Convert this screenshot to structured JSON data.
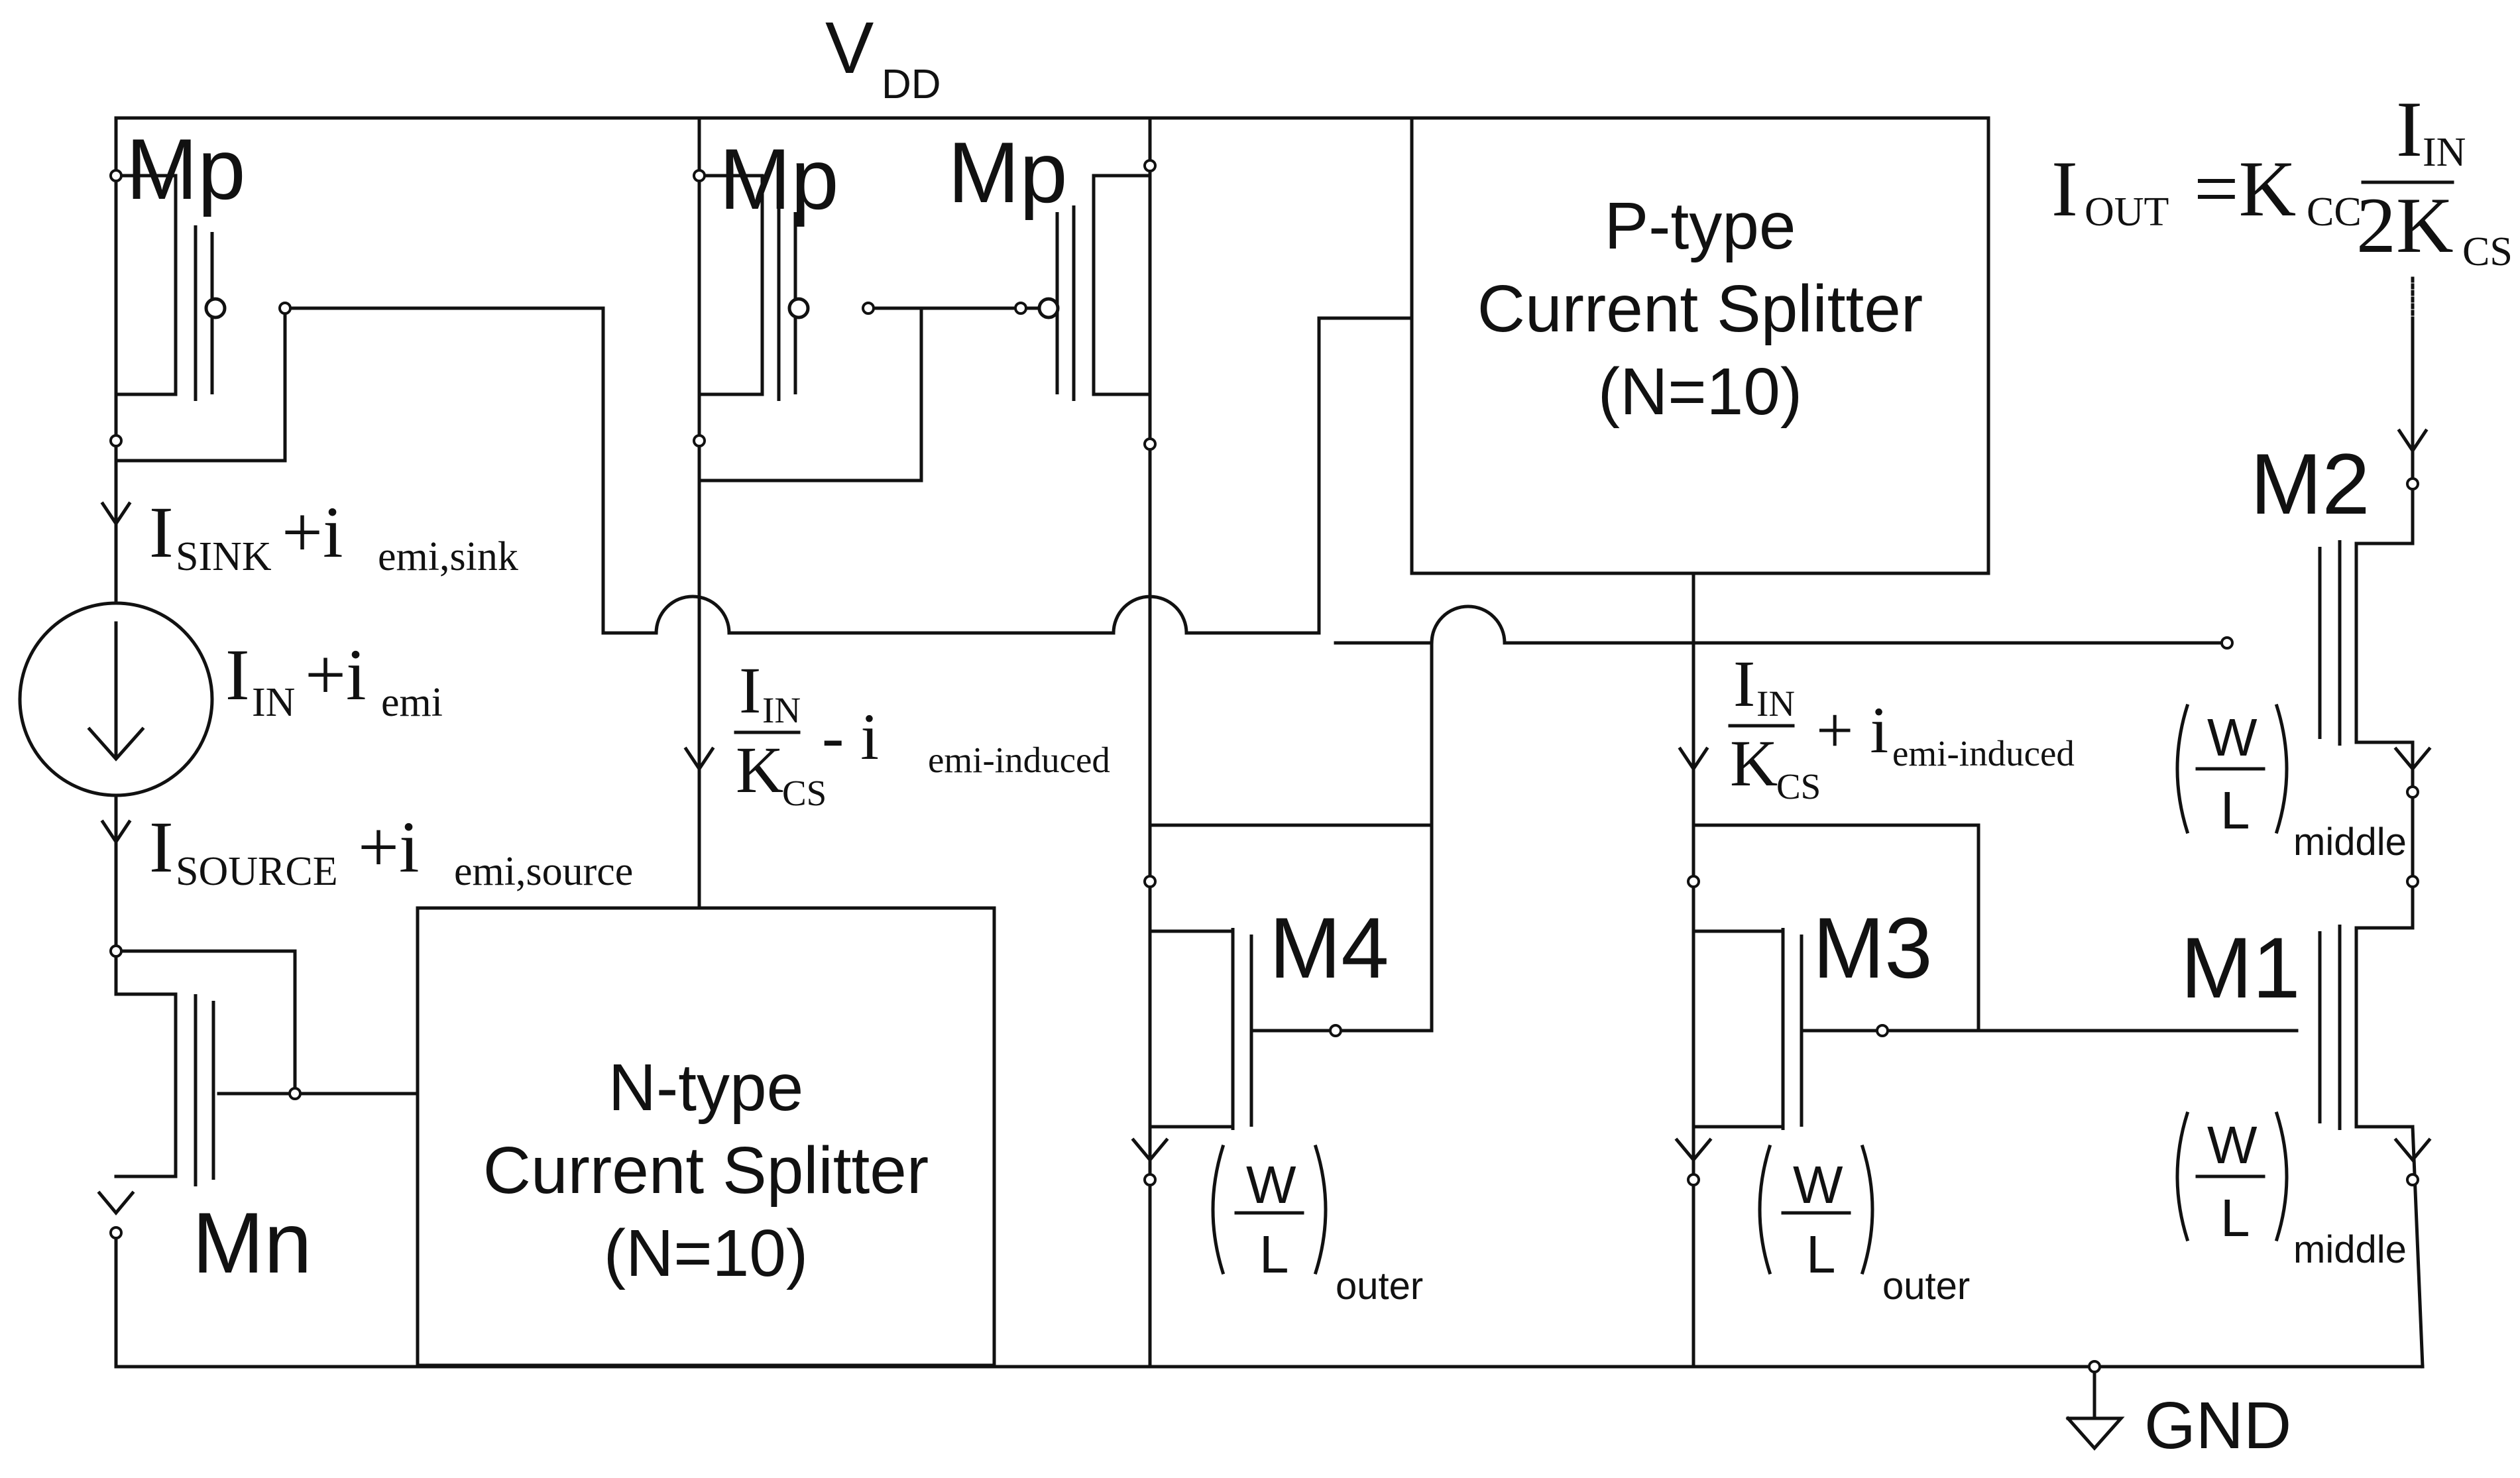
{
  "supply": {
    "v": "V",
    "dd": "DD"
  },
  "ground": "GND",
  "transistors": {
    "mp1": "Mp",
    "mp2": "Mp",
    "mp3": "Mp",
    "mn": "Mn",
    "m1": "M1",
    "m2": "M2",
    "m3": "M3",
    "m4": "M4"
  },
  "blocks": {
    "ptype": {
      "line1": "P-type",
      "line2": "Current Splitter",
      "line3": "(N=10)"
    },
    "ntype": {
      "line1": "N-type",
      "line2": "Current Splitter",
      "line3": "(N=10)"
    }
  },
  "currents": {
    "sink": {
      "I": "I",
      "sub": "SINK",
      "plus": "+i",
      "emi": "emi,sink"
    },
    "in": {
      "I": "I",
      "sub": "IN",
      "plus": "+i",
      "emi": "emi"
    },
    "source": {
      "I": "I",
      "sub": "SOURCE",
      "plus": "+i",
      "emi": "emi,source"
    },
    "left_branch": {
      "num": "I",
      "num_sub": "IN",
      "den": "K",
      "den_sub": "CS",
      "op": "- i",
      "emi": "emi-induced"
    },
    "right_branch": {
      "num": "I",
      "num_sub": "IN",
      "den": "K",
      "den_sub": "CS",
      "op": "+ i",
      "emi": "emi-induced"
    },
    "out": {
      "lhs": "I",
      "lhs_sub": "OUT",
      "eq": "=K",
      "k_sub": "CC",
      "num": "I",
      "num_sub": "IN",
      "den": "2K",
      "den_sub": "CS"
    }
  },
  "sizing": {
    "num": "W",
    "den": "L",
    "outer": "outer",
    "middle": "middle"
  }
}
